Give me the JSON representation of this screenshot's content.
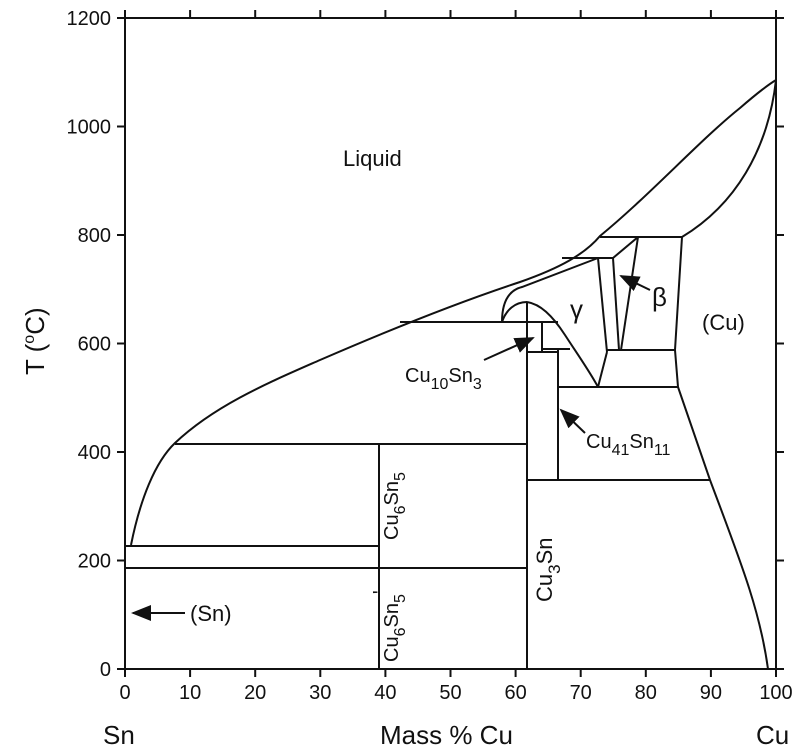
{
  "diagram": {
    "type": "phase-diagram",
    "xaxis": {
      "title": "Mass % Cu",
      "min": 0,
      "max": 100,
      "ticks": [
        "0",
        "10",
        "20",
        "30",
        "40",
        "50",
        "60",
        "70",
        "80",
        "90",
        "100"
      ],
      "left_element": "Sn",
      "right_element": "Cu"
    },
    "yaxis": {
      "title_main": "T (",
      "title_sup": "o",
      "title_end": "C)",
      "min": 0,
      "max": 1200,
      "ticks": [
        "0",
        "200",
        "400",
        "600",
        "800",
        "1000",
        "1200"
      ]
    },
    "labels": {
      "liquid": "Liquid",
      "gamma": "γ",
      "beta": "β",
      "cu_phase": "(Cu)",
      "sn_phase": "(Sn)",
      "cu10sn3": {
        "a": "Cu",
        "b": "10",
        "c": "Sn",
        "d": "3"
      },
      "cu41sn11": {
        "a": "Cu",
        "b": "41",
        "c": "Sn",
        "d": "11"
      },
      "cu6sn5": {
        "a": "Cu",
        "b": "6",
        "c": "Sn",
        "d": "5"
      },
      "cu6sn5_prime": {
        "a": "Cu",
        "b": "6",
        "c": "Sn",
        "d": "5",
        "e": "'"
      },
      "cu3sn": {
        "a": "Cu",
        "b": "3",
        "c": "Sn"
      }
    }
  }
}
